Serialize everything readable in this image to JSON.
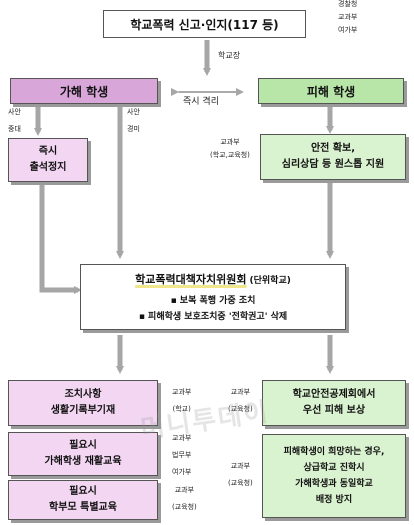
{
  "colors": {
    "perpetrator_fill": "#d9a6d9",
    "victim_fill": "#b8e6a8",
    "light_green": "#d9f2cf",
    "light_pink": "#f2d6f2",
    "arrow": "#a6a6a6",
    "committee_underline": "#f0e68c"
  },
  "top": {
    "title": "학교폭력 신고·인지(117 등)",
    "side_labels": [
      "경찰청",
      "교과부",
      "여가부"
    ],
    "arrow_label": "학교장"
  },
  "perpetrator": {
    "label": "가해 학생",
    "severe_label": [
      "사안",
      "중대"
    ],
    "minor_label": [
      "사안",
      "경미"
    ],
    "suspension": [
      "즉시",
      "출석정지"
    ]
  },
  "separation_label": "즉시 격리",
  "victim": {
    "label": "피해 학생",
    "agency_label": [
      "교과부",
      "(학교,교육청)"
    ],
    "support": [
      "안전 확보,",
      "심리상담 등 원스톱 지원"
    ]
  },
  "committee": {
    "title": "학교폭력대책자치위원회",
    "title_suffix": "(단위학교)",
    "bullets": [
      "▪ 보복 폭행 가중 조치",
      "▪ 피해학생 보호조치중 '전학권고' 삭제"
    ]
  },
  "left_results": [
    {
      "lines": [
        "조치사항",
        "생활기록부기재"
      ],
      "agency": [
        "교과부",
        "(학교)"
      ]
    },
    {
      "lines": [
        "필요시",
        "가해학생 재활교육"
      ],
      "agency": [
        "교과부",
        "법무부",
        "여가부"
      ]
    },
    {
      "lines": [
        "필요시",
        "학부모 특별교육"
      ],
      "agency": [
        "교과부",
        "(교육청)"
      ]
    }
  ],
  "right_results": [
    {
      "lines": [
        "학교안전공제회에서",
        "우선 피해 보상"
      ],
      "agency": [
        "교과부",
        "(교육청)"
      ]
    },
    {
      "lines": [
        "피해학생이 희망하는 경우,",
        "상급학교 진학시",
        "가해학생과 동일학교",
        "배정 방지"
      ],
      "agency": [
        "교과부",
        "(교육청)"
      ]
    }
  ],
  "watermark": "머니투데이"
}
